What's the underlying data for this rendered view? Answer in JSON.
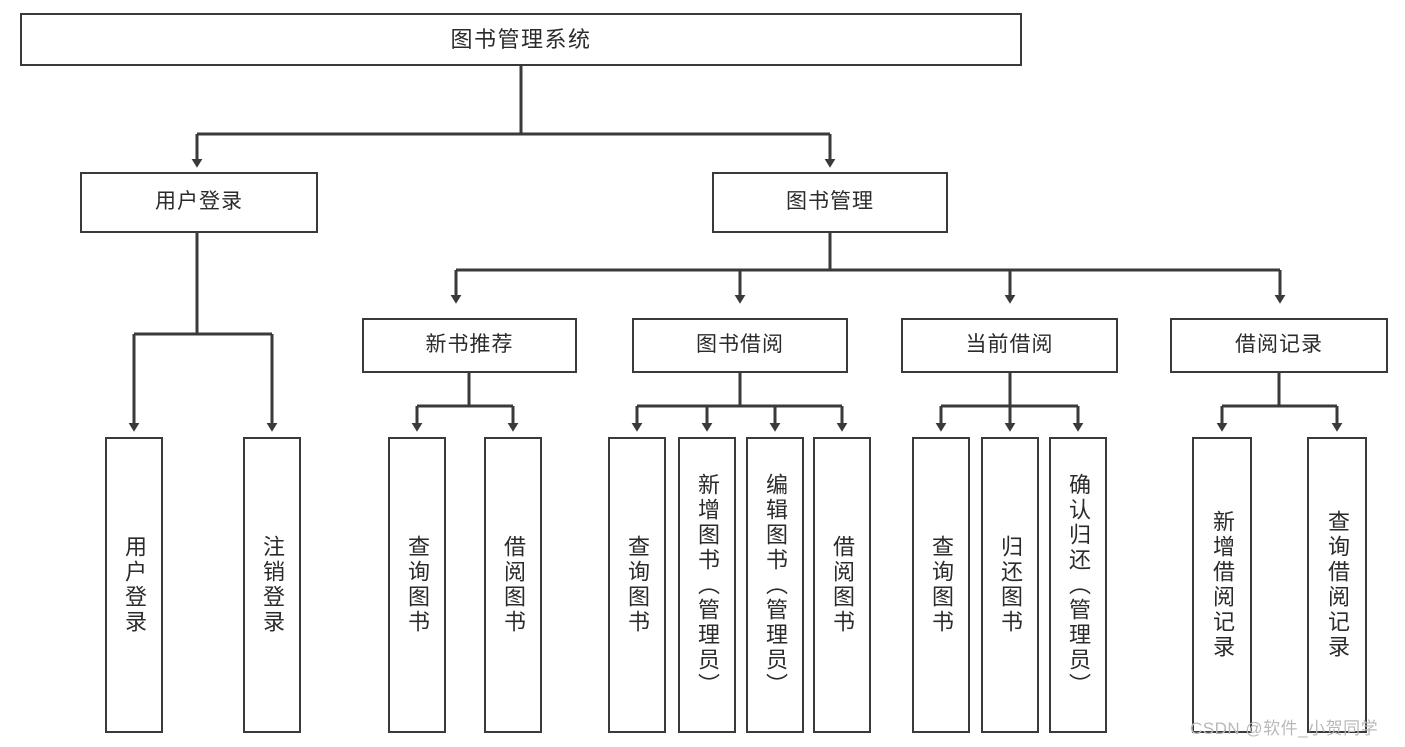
{
  "diagram": {
    "title": "图书管理系统",
    "type": "tree-structure-chart",
    "orientation": "top-down",
    "box_fill": "#ffffff",
    "box_stroke": "#3a3a3a",
    "text_color": "#2b2b2b"
  },
  "nodes": {
    "root": {
      "label": "图书管理系统",
      "level": 0
    },
    "level1": [
      {
        "id": "user-login",
        "label": "用户登录"
      },
      {
        "id": "book-management",
        "label": "图书管理"
      }
    ],
    "level2": [
      {
        "id": "new-book-recommend",
        "label": "新书推荐",
        "parent": "book-management"
      },
      {
        "id": "book-borrow",
        "label": "图书借阅",
        "parent": "book-management"
      },
      {
        "id": "current-borrow",
        "label": "当前借阅",
        "parent": "book-management"
      },
      {
        "id": "borrow-record",
        "label": "借阅记录",
        "parent": "book-management"
      }
    ],
    "leaves": [
      {
        "id": "leaf-user-login",
        "label": "用户登录",
        "parent": "user-login"
      },
      {
        "id": "leaf-user-logout",
        "label": "注销登录",
        "parent": "user-login"
      },
      {
        "id": "leaf-query-book-1",
        "label": "查询图书",
        "parent": "new-book-recommend"
      },
      {
        "id": "leaf-borrow-book-1",
        "label": "借阅图书",
        "parent": "new-book-recommend"
      },
      {
        "id": "leaf-query-book-2",
        "label": "查询图书",
        "parent": "book-borrow"
      },
      {
        "id": "leaf-add-book",
        "label": "新增图书（管理员）",
        "parent": "book-borrow"
      },
      {
        "id": "leaf-edit-book",
        "label": "编辑图书（管理员）",
        "parent": "book-borrow"
      },
      {
        "id": "leaf-borrow-book-2",
        "label": "借阅图书",
        "parent": "book-borrow"
      },
      {
        "id": "leaf-query-book-3",
        "label": "查询图书",
        "parent": "current-borrow"
      },
      {
        "id": "leaf-return-book",
        "label": "归还图书",
        "parent": "current-borrow"
      },
      {
        "id": "leaf-confirm-return",
        "label": "确认归还（管理员）",
        "parent": "current-borrow"
      },
      {
        "id": "leaf-add-record",
        "label": "新增借阅记录",
        "parent": "borrow-record"
      },
      {
        "id": "leaf-query-record",
        "label": "查询借阅记录",
        "parent": "borrow-record"
      }
    ]
  },
  "watermark": {
    "text": "CSDN @软件_小贺同学"
  }
}
